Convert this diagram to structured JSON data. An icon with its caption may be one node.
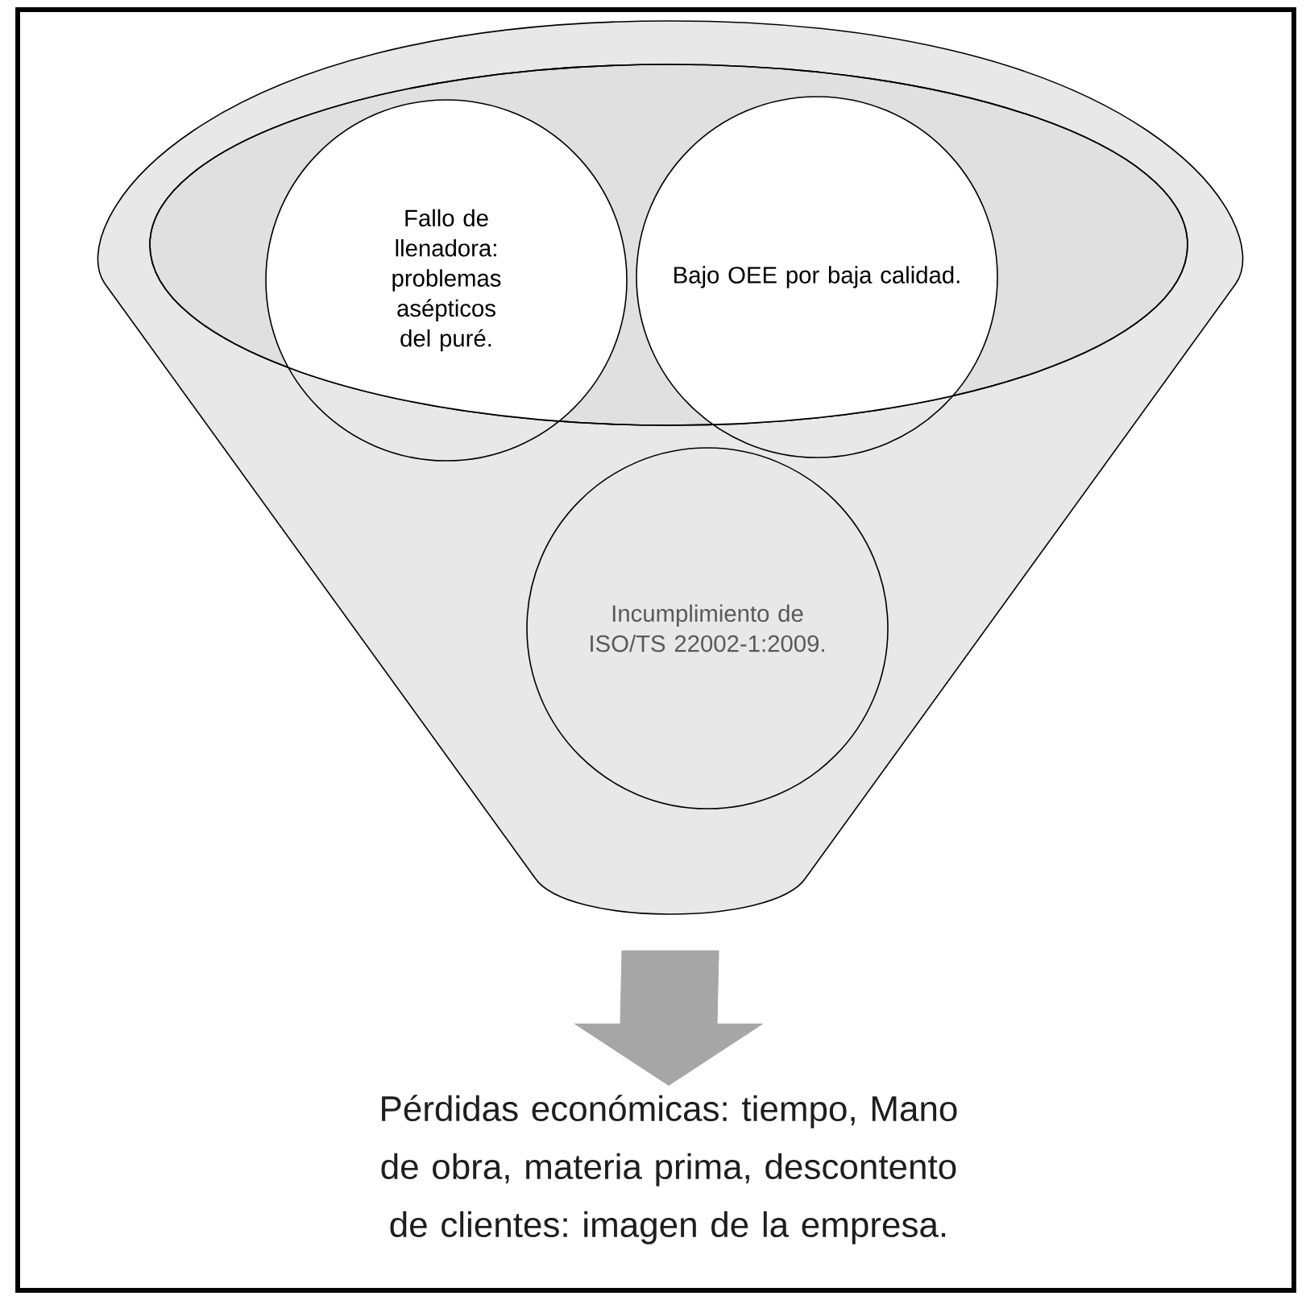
{
  "diagram": {
    "nodes": [
      {
        "text": [],
        "shape": "funnel"
      },
      {
        "text": [
          "Fallo de llenadora: problemas asépticos del puré."
        ],
        "in": 0
      },
      {
        "text": [
          "Bajo OEE por baja calidad."
        ],
        "in": 0
      },
      {
        "text": [
          "Incumplimiento de ISO/TS 22002-1:2009."
        ],
        "in": 0
      },
      {
        "text": [
          "Pérdidas económicas: tiempo, Mano de obra, materia prima, descontento de clientes: imagen de la empresa."
        ]
      }
    ],
    "edges": [
      {
        "from": 0,
        "to": 4,
        "arrow": "to"
      }
    ]
  }
}
